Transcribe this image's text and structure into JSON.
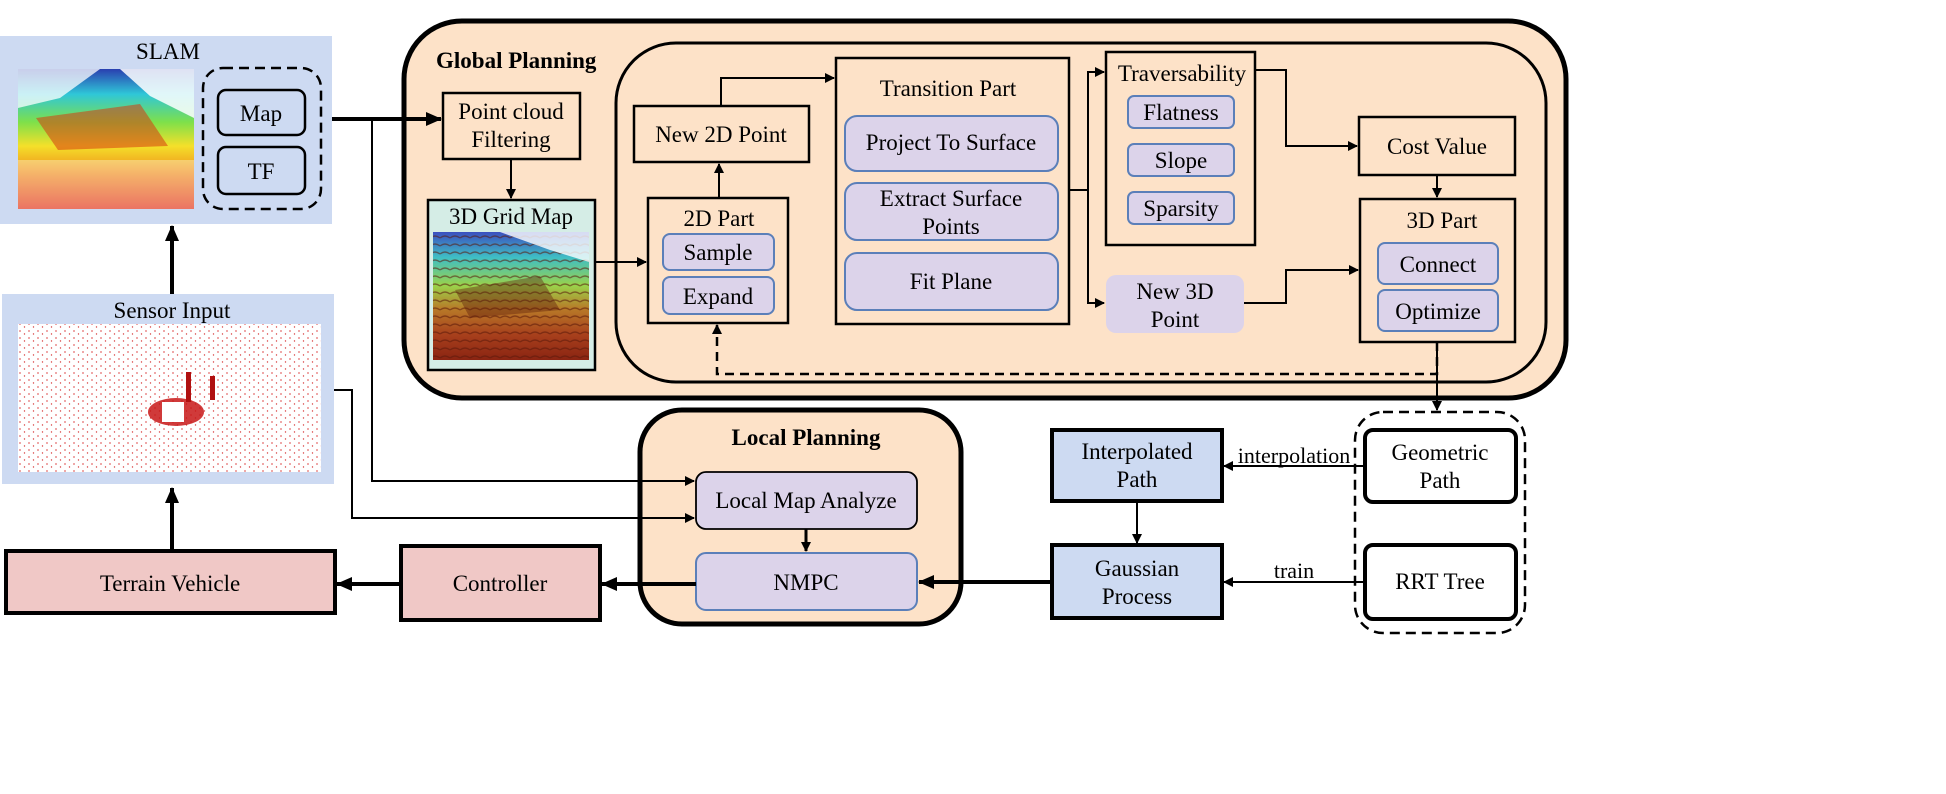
{
  "slam": {
    "title": "SLAM",
    "map": "Map",
    "tf": "TF"
  },
  "sensor": {
    "title": "Sensor Input"
  },
  "vehicle": {
    "label": "Terrain Vehicle"
  },
  "controller": {
    "label": "Controller"
  },
  "global": {
    "title": "Global Planning",
    "pcf_line1": "Point cloud",
    "pcf_line2": "Filtering",
    "grid_title": "3D Grid Map",
    "new2d": "New 2D Point",
    "part2d": {
      "title": "2D Part",
      "sample": "Sample",
      "expand": "Expand"
    },
    "transition": {
      "title": "Transition Part",
      "project": "Project To Surface",
      "extract_line1": "Extract Surface",
      "extract_line2": "Points",
      "fit": "Fit Plane"
    },
    "trav": {
      "title": "Traversability",
      "flatness": "Flatness",
      "slope": "Slope",
      "sparsity": "Sparsity"
    },
    "new3d_line1": "New 3D",
    "new3d_line2": "Point",
    "cost": "Cost Value",
    "part3d": {
      "title": "3D Part",
      "connect": "Connect",
      "optimize": "Optimize"
    }
  },
  "local": {
    "title": "Local Planning",
    "lma": "Local Map Analyze",
    "nmpc": "NMPC"
  },
  "interp_line1": "Interpolated",
  "interp_line2": "Path",
  "gp_line1": "Gaussian",
  "gp_line2": "Process",
  "geo_line1": "Geometric",
  "geo_line2": "Path",
  "rrt": "RRT Tree",
  "edge_interpolation": "interpolation",
  "edge_train": "train",
  "colors": {
    "blue_panel": "#cddaf2",
    "orange_panel": "#fde2c8",
    "purple_box": "#dcd3ea",
    "purple_border": "#5b7fb9",
    "red_box": "#f0c8c6",
    "teal_panel": "#d5ede6"
  }
}
